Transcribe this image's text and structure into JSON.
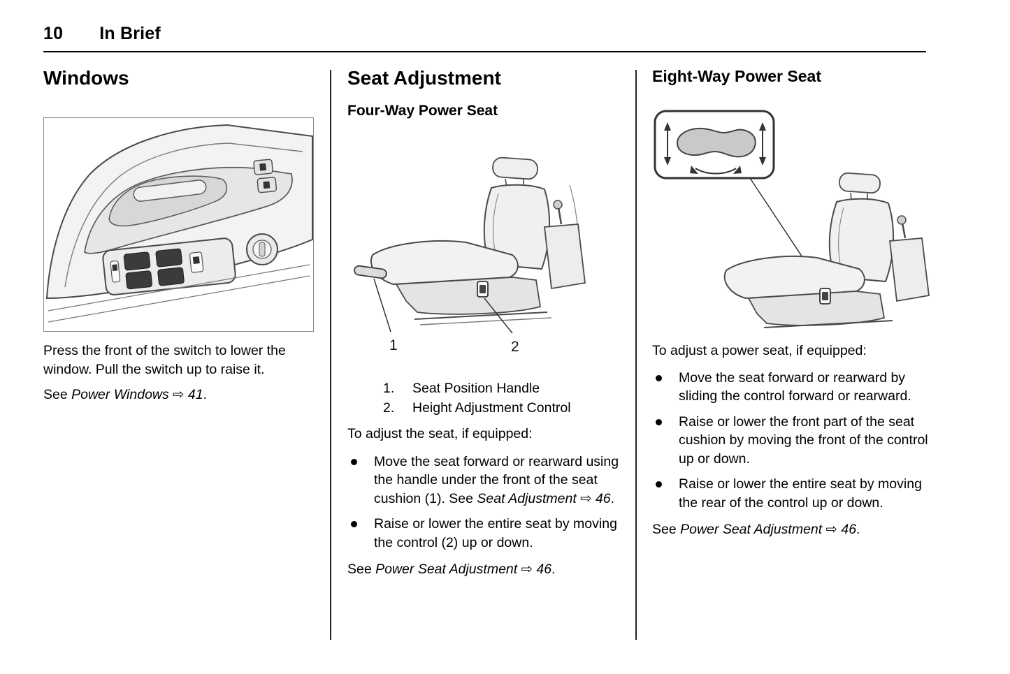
{
  "page": {
    "number": "10",
    "section": "In Brief"
  },
  "windows": {
    "title": "Windows",
    "body": "Press the front of the switch to lower the window. Pull the switch up to raise it.",
    "see_prefix": "See ",
    "see_ref": "Power Windows ⇨ 41",
    "see_suffix": "."
  },
  "seat_adjustment": {
    "title": "Seat Adjustment",
    "subtitle": "Four-Way Power Seat",
    "callouts": {
      "one": "1",
      "two": "2"
    },
    "list": [
      {
        "num": "1.",
        "label": "Seat Position Handle"
      },
      {
        "num": "2.",
        "label": "Height Adjustment Control"
      }
    ],
    "intro": "To adjust the seat, if equipped:",
    "bullet_1": {
      "text": "Move the seat forward or rearward using the handle under the front of the seat cushion (1). See ",
      "ref": "Seat Adjustment ⇨ 46",
      "suffix": "."
    },
    "bullet_2": "Raise or lower the entire seat by moving the control (2) up or down.",
    "see_prefix": "See ",
    "see_ref": "Power Seat Adjustment ⇨ 46",
    "see_suffix": "."
  },
  "eight_way_seat": {
    "title": "Eight-Way Power Seat",
    "intro": "To adjust a power seat, if equipped:",
    "bullets": [
      "Move the seat forward or rearward by sliding the control forward or rearward.",
      "Raise or lower the front part of the seat cushion by moving the front of the control up or down.",
      "Raise or lower the entire seat by moving the rear of the control up or down."
    ],
    "see_prefix": "See ",
    "see_ref": "Power Seat Adjustment ⇨ 46",
    "see_suffix": "."
  }
}
